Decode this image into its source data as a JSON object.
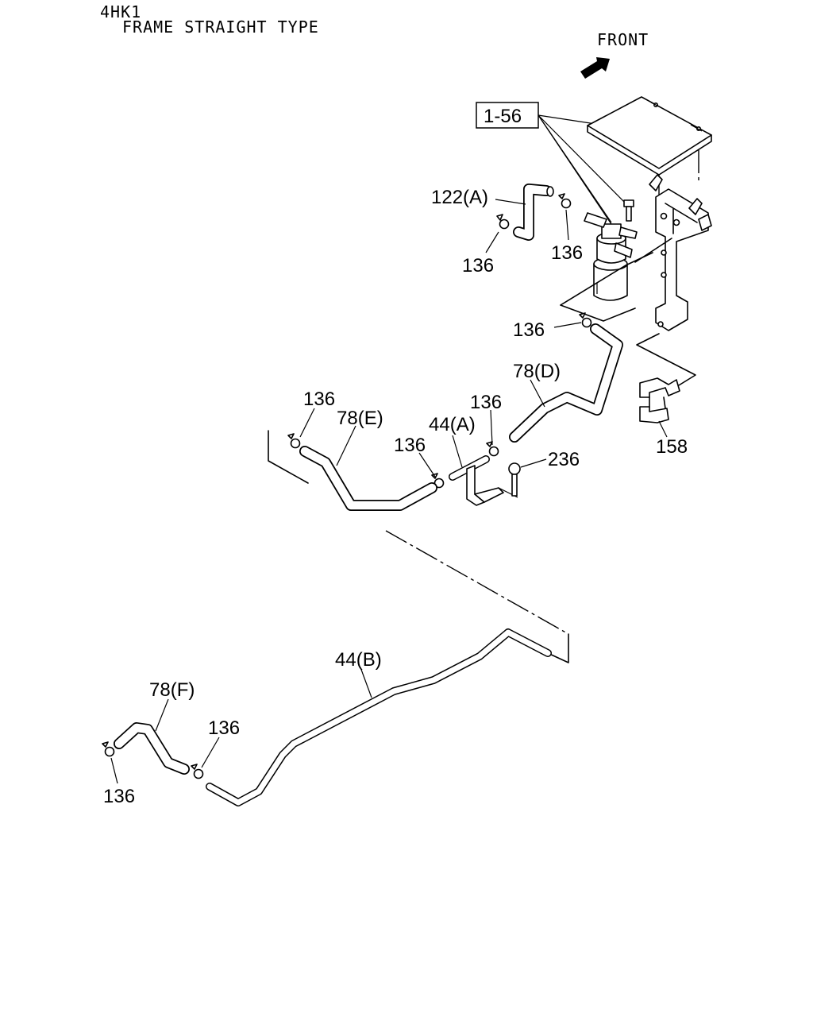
{
  "header": {
    "engine": "4HK1",
    "variant": "FRAME STRAIGHT TYPE"
  },
  "direction": {
    "label": "FRONT",
    "icon": "front-arrow-icon"
  },
  "callouts": {
    "ref_1_56": "1-56",
    "hose_122a": "122(A)",
    "clamp_a": "136",
    "clamp_b": "136",
    "clamp_c": "136",
    "hose_78d": "78(D)",
    "clamp_d": "136",
    "hose_78e": "78(E)",
    "pipe_44a": "44(A)",
    "clamp_e": "136",
    "clamp_f": "136",
    "bolt_236": "236",
    "bracket_158": "158",
    "pipe_44b": "44(B)",
    "hose_78f": "78(F)",
    "clamp_g": "136",
    "clamp_h": "136"
  }
}
